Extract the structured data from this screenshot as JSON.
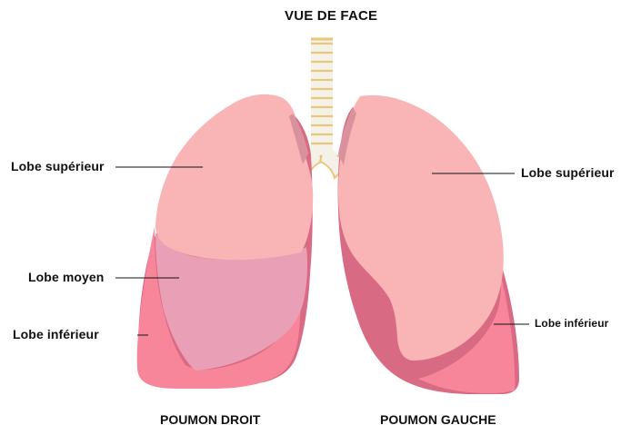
{
  "view_title": "VUE DE FACE",
  "right_lung": {
    "title": "POUMON DROIT",
    "upper": "Lobe supérieur",
    "middle": "Lobe moyen",
    "lower": "Lobe inférieur"
  },
  "left_lung": {
    "title": "POUMON GAUCHE",
    "upper": "Lobe supérieur",
    "lower": "Lobe inférieur"
  },
  "colors": {
    "upper_lobe": "#F9B4B5",
    "middle_lobe": "#E9A0B6",
    "lower_lobe": "#F8869A",
    "shadow_lobe": "#D96A84",
    "trachea": "#F3F1E8",
    "rings": "#E9C679"
  }
}
